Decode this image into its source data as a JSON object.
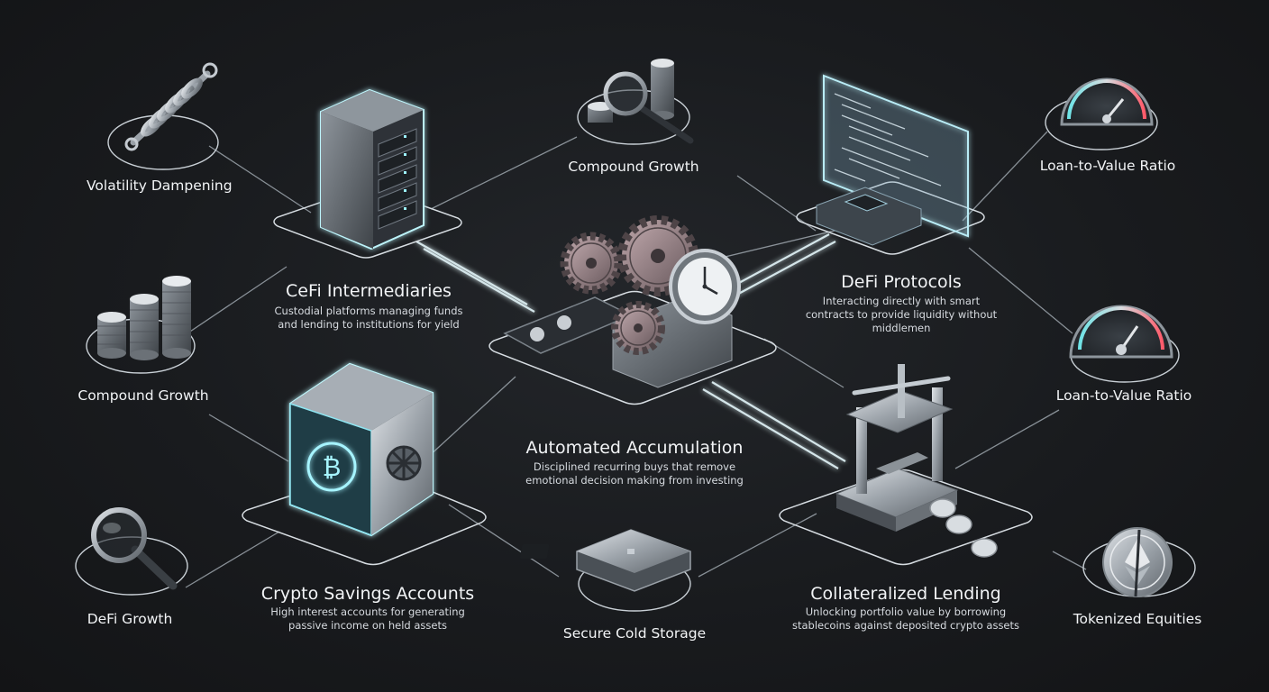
{
  "nodes": {
    "volatility_dampening": {
      "label": "Volatility Dampening"
    },
    "compound_growth_left": {
      "label": "Compound Growth"
    },
    "defi_growth": {
      "label": "DeFi Growth"
    },
    "compound_growth_top": {
      "label": "Compound Growth"
    },
    "secure_cold_storage": {
      "label": "Secure Cold Storage"
    },
    "ltv_top": {
      "label": "Loan-to-Value Ratio"
    },
    "ltv_middle": {
      "label": "Loan-to-Value Ratio"
    },
    "tokenized_equities": {
      "label": "Tokenized Equities"
    }
  },
  "hubs": {
    "cefi": {
      "title": "CeFi Intermediaries",
      "desc_lines": [
        "Custodial platforms managing funds",
        "and lending to institutions for yield"
      ]
    },
    "defi": {
      "title": "DeFi Protocols",
      "desc_lines": [
        "Interacting directly with smart",
        "contracts to provide liquidity without",
        "middlemen"
      ]
    },
    "automated": {
      "title": "Automated Accumulation",
      "desc_lines": [
        "Disciplined recurring buys that remove",
        "emotional decision making from investing"
      ]
    },
    "savings": {
      "title": "Crypto Savings Accounts",
      "desc_lines": [
        "High interest accounts for generating",
        "passive income on held assets"
      ]
    },
    "lending": {
      "title": "Collateralized Lending",
      "desc_lines": [
        "Unlocking portfolio value by borrowing",
        "stablecoins against deposited crypto assets"
      ]
    }
  },
  "icons": {
    "vault_symbol": "₿",
    "vault_symbol_meaning": "bitcoin-icon"
  },
  "colors": {
    "background": "#191b1e",
    "outline": "#cfd6dd",
    "glow": "#8fe6f2",
    "text": "#f2f4f6"
  }
}
